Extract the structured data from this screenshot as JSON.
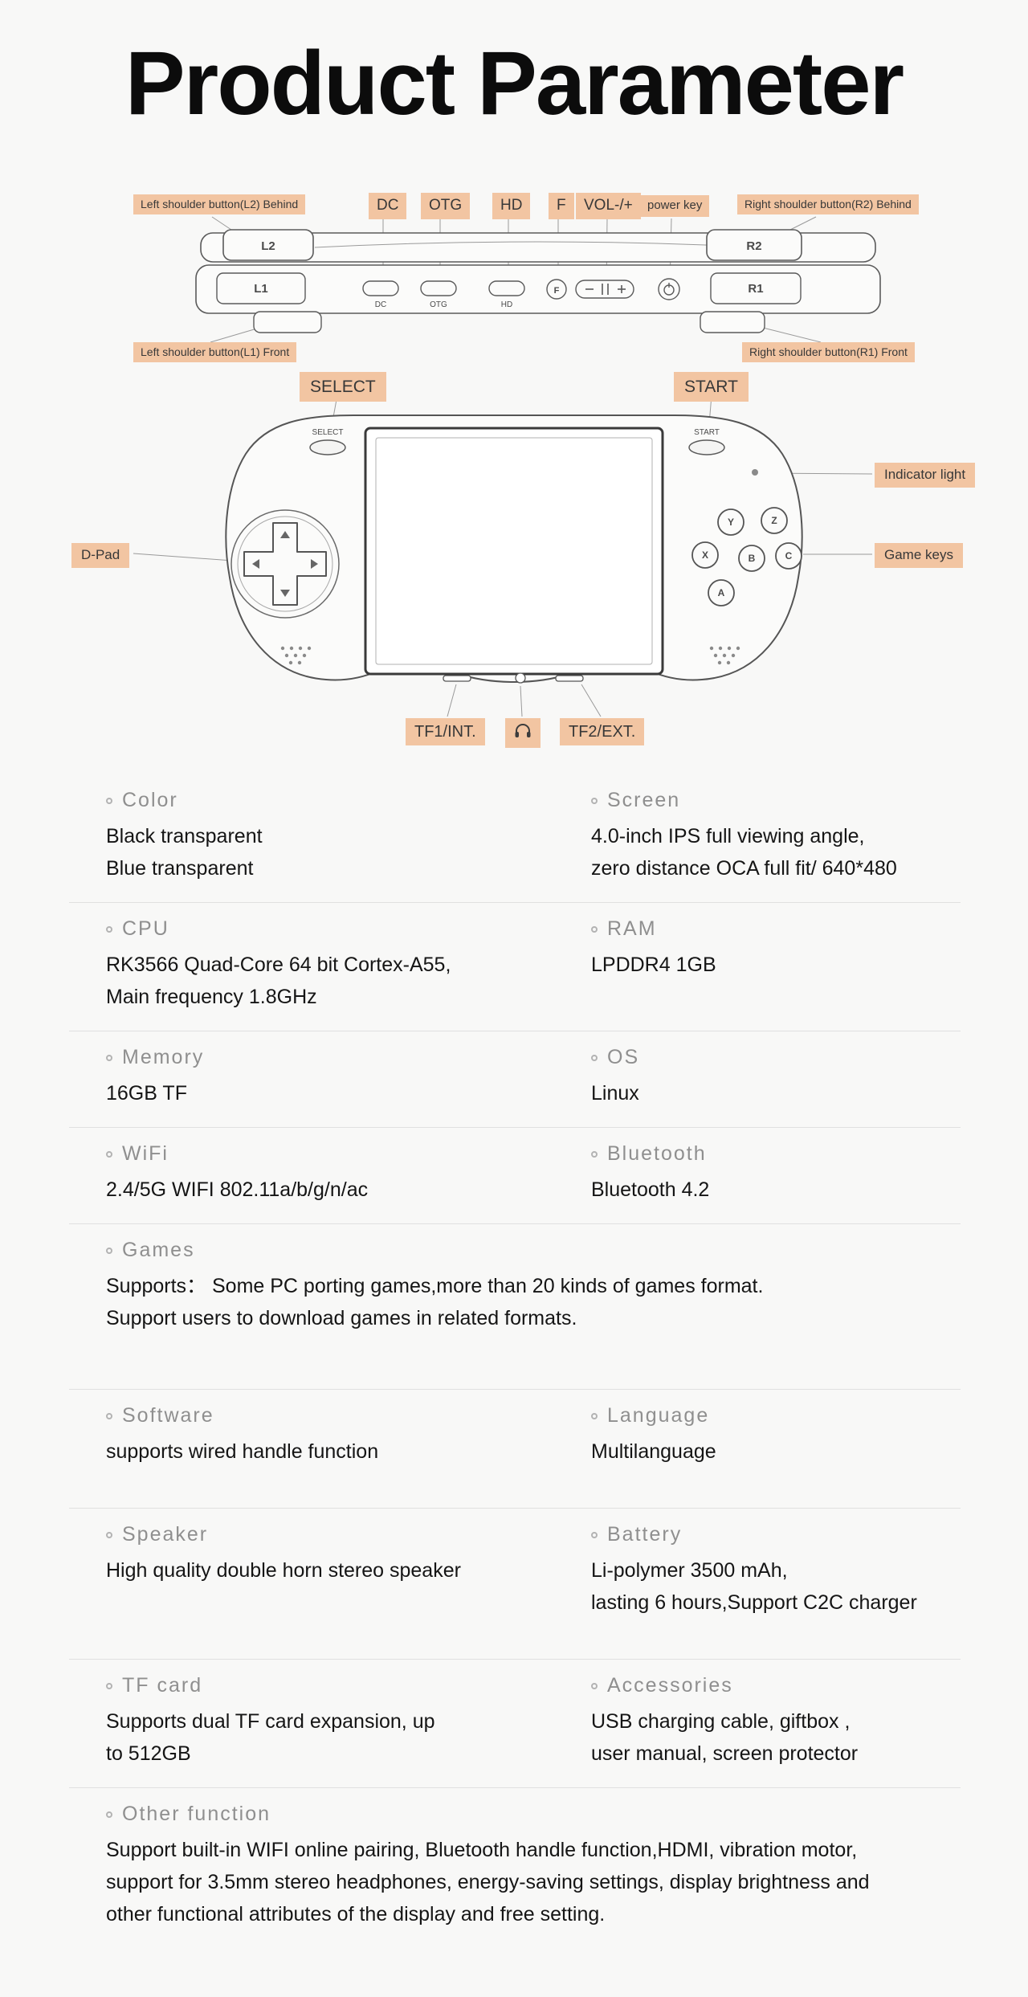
{
  "title": "Product Parameter",
  "colors": {
    "label_bg": "#f2c5a2",
    "page_bg": "#f8f8f7",
    "leader_line": "#9a9a9a"
  },
  "diagram": {
    "callouts": {
      "l2_behind": "Left shoulder button(L2) Behind",
      "dc": "DC",
      "otg": "OTG",
      "hd": "HD",
      "f": "F",
      "vol": "VOL-/+",
      "power": "power key",
      "r2_behind": "Right shoulder button(R2) Behind",
      "l1_front": "Left shoulder button(L1) Front",
      "r1_front": "Right shoulder button(R1) Front",
      "select": "SELECT",
      "start": "START",
      "indicator": "Indicator light",
      "dpad": "D-Pad",
      "game_keys": "Game keys",
      "tf1": "TF1/INT.",
      "tf2": "TF2/EXT."
    },
    "icons": {
      "headphone": "headphone-icon"
    },
    "device": {
      "l2": "L2",
      "r2": "R2",
      "l1": "L1",
      "r1": "R1",
      "port_dc": "DC",
      "port_otg": "OTG",
      "port_hd": "HD",
      "f": "F",
      "select": "SELECT",
      "start": "START",
      "keys": {
        "a": "A",
        "b": "B",
        "c": "C",
        "x": "X",
        "y": "Y",
        "z": "Z"
      }
    }
  },
  "specs": {
    "rows": [
      {
        "left": {
          "label": "Color",
          "lines": [
            "Black transparent",
            "Blue transparent"
          ]
        },
        "right": {
          "label": "Screen",
          "lines": [
            "4.0-inch IPS full viewing angle,",
            "zero distance OCA full fit/ 640*480"
          ]
        }
      },
      {
        "left": {
          "label": "CPU",
          "lines": [
            "RK3566 Quad-Core 64 bit Cortex-A55,",
            "Main frequency 1.8GHz"
          ]
        },
        "right": {
          "label": "RAM",
          "lines": [
            "LPDDR4 1GB"
          ]
        }
      },
      {
        "left": {
          "label": "Memory",
          "lines": [
            "16GB TF"
          ]
        },
        "right": {
          "label": "OS",
          "lines": [
            "Linux"
          ]
        }
      },
      {
        "left": {
          "label": "WiFi",
          "lines": [
            "2.4/5G WIFI 802.11a/b/g/n/ac"
          ]
        },
        "right": {
          "label": "Bluetooth",
          "lines": [
            "Bluetooth 4.2"
          ]
        }
      },
      {
        "full": {
          "label": "Games",
          "lines": [
            "Supports： Some PC porting games,more than 20 kinds of games format.",
            "Support users to download games in related formats."
          ]
        }
      },
      {
        "left": {
          "label": "Software",
          "lines": [
            "supports wired handle function"
          ]
        },
        "right": {
          "label": "Language",
          "lines": [
            "Multilanguage"
          ]
        }
      },
      {
        "left": {
          "label": "Speaker",
          "lines": [
            "High quality double horn stereo speaker"
          ]
        },
        "right": {
          "label": "Battery",
          "lines": [
            "Li-polymer 3500 mAh,",
            "lasting 6 hours,Support C2C charger"
          ]
        }
      },
      {
        "left": {
          "label": "TF card",
          "lines": [
            "Supports dual TF card expansion, up",
            "to 512GB"
          ]
        },
        "right": {
          "label": "Accessories",
          "lines": [
            "USB charging cable, giftbox ,",
            " user manual, screen protector"
          ]
        }
      },
      {
        "full": {
          "label": "Other function",
          "lines": [
            "Support built-in WIFI online pairing, Bluetooth handle function,HDMI, vibration motor,",
            "support for 3.5mm stereo headphones, energy-saving settings, display brightness and",
            "other functional attributes of the display and free setting."
          ]
        }
      }
    ]
  }
}
